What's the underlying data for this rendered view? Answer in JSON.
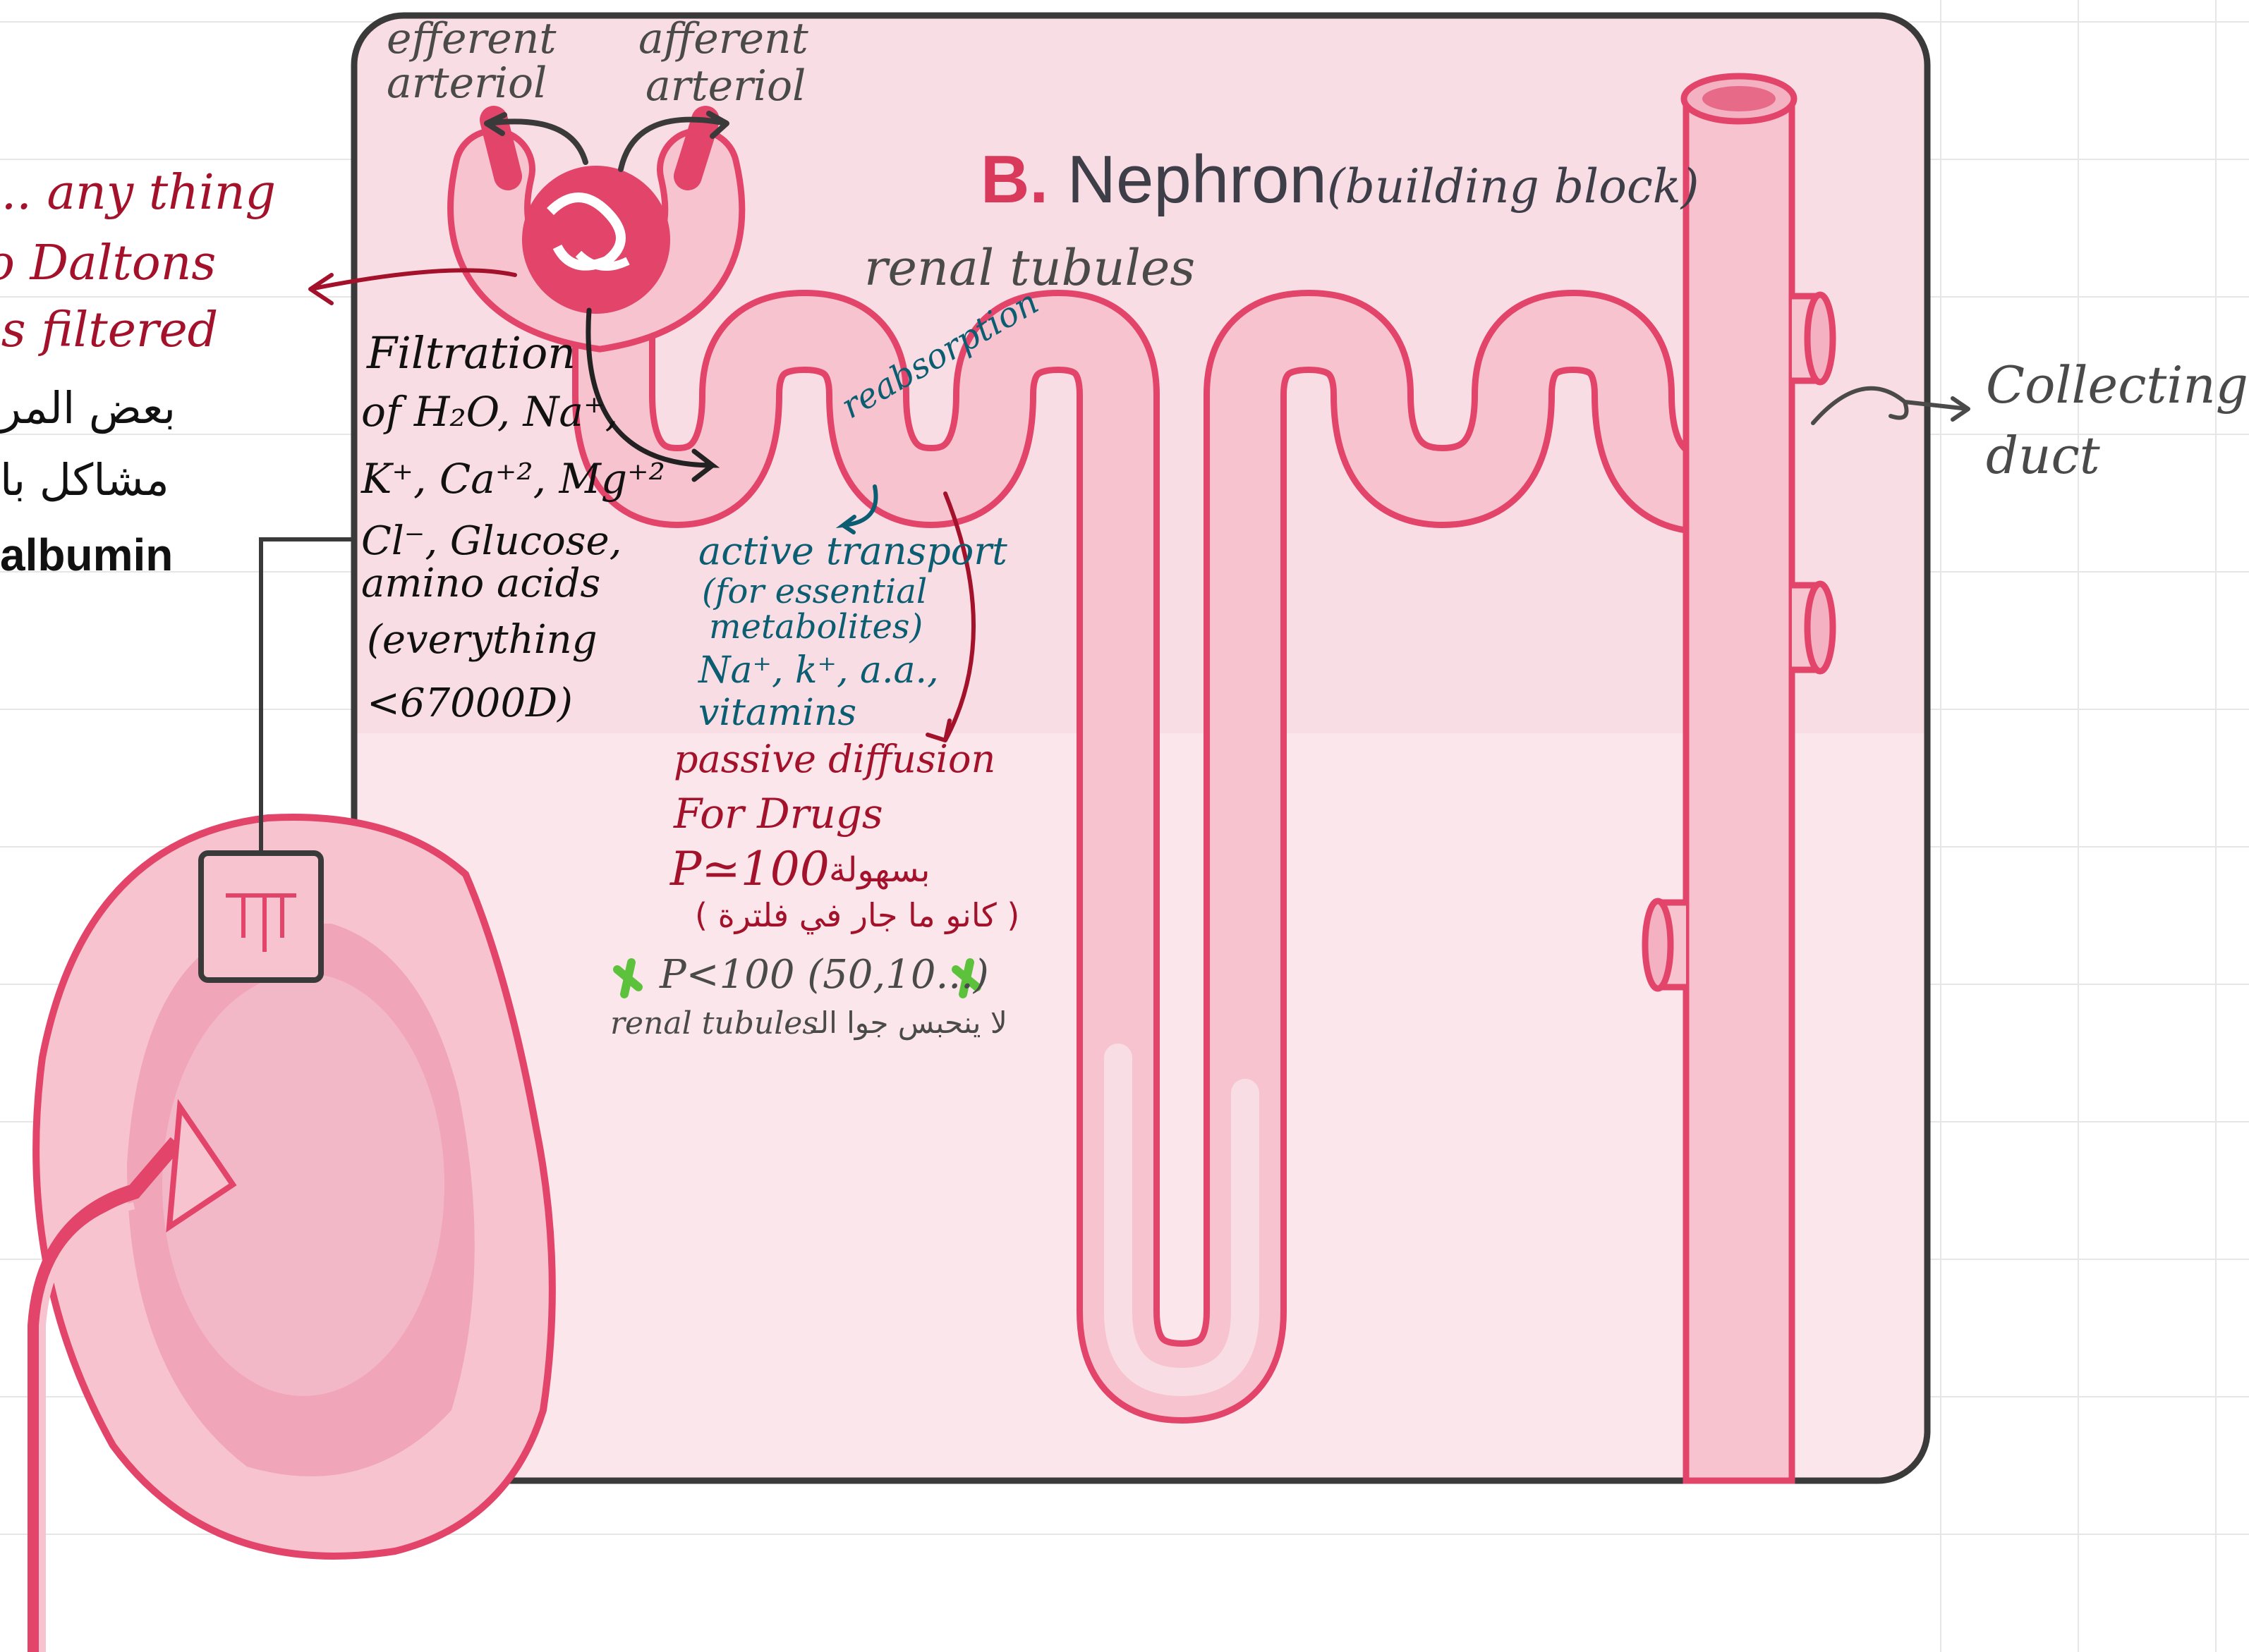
{
  "diagram": {
    "title_letter": "B.",
    "title_main": "Nephron",
    "title_note": "(building block)",
    "colors": {
      "panel_top": "#f9dde4",
      "panel_bottom": "#fbe6ec",
      "tubule_fill": "#f6c3cf",
      "tubule_stroke": "#e2446a",
      "frame": "#3a3a3a",
      "annotation_red": "#a3122a",
      "annotation_teal": "#0b5e72",
      "annotation_dark": "#4a4a4a",
      "marker_green": "#5cc23c"
    }
  },
  "annotations": {
    "efferent": [
      "efferent",
      "arteriol"
    ],
    "afferent": [
      "afferent",
      "arteriol"
    ],
    "renal_tubules": "renal tubules",
    "collecting_duct": [
      "Collecting",
      "duct"
    ],
    "left_red_lines": [
      "... any thing",
      "o Daltons",
      "is filtered"
    ],
    "left_arabic_lines": [
      "بعض المر",
      "مشاكل با"
    ],
    "left_albumin": "albumin",
    "filtration_lines": [
      "Filtration",
      "of H₂O, Na⁺,",
      "K⁺, Ca⁺², Mg⁺²",
      "Cl⁻, Glucose,",
      "amino acids",
      "(everything",
      "<67000D)"
    ],
    "reabsorption": "reabsorption",
    "active_transport_lines": [
      "active transport",
      "(for essential",
      "metabolites)",
      "Na⁺, k⁺, a.a.,",
      "vitamins"
    ],
    "passive_lines": [
      "passive diffusion",
      "For Drugs"
    ],
    "p100": "P≃100",
    "arabic_easily": "بسهولة",
    "arabic_filter_note": "( كانو ما جار في فلترة )",
    "p_less": "P<100 (50,10...)",
    "renal_tubules_small": "renal tubules",
    "arabic_bottom": "لا ينحبس جوا الـ"
  }
}
